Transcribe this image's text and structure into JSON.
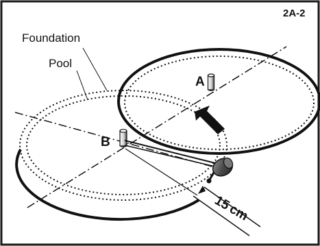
{
  "figure": {
    "id_label": "2A-2",
    "foundation_label": "Foundation",
    "pool_label": "Pool",
    "point_a_label": "A",
    "point_b_label": "B",
    "distance_value": "15",
    "distance_unit": "cm"
  },
  "colors": {
    "ink": "#111111",
    "frame": "#1a1a1a",
    "background": "#ffffff",
    "device_fill": "#555555"
  }
}
